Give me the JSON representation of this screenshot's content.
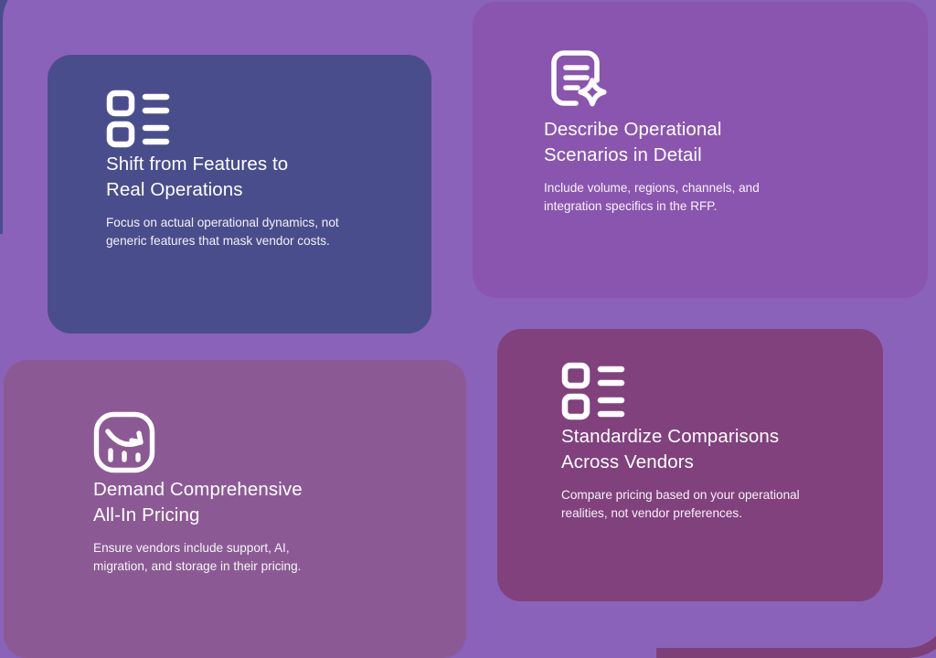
{
  "background": {
    "color": "#8a62ba",
    "decorations": [
      {
        "name": "top-left-outline",
        "color": "#4a4d8c"
      },
      {
        "name": "bottom-right-outline",
        "color": "#7c4077"
      }
    ]
  },
  "cards": [
    {
      "id": "shift",
      "icon": "checklist-icon",
      "title": "Shift from Features to\nReal Operations",
      "body": "Focus on actual operational dynamics, not\ngeneric features that mask vendor costs.",
      "color": "#4a4d8c"
    },
    {
      "id": "describe",
      "icon": "document-sparkle-icon",
      "title": "Describe Operational\nScenarios in Detail",
      "body": "Include volume, regions, channels, and\nintegration specifics in the RFP.",
      "color": "#8a55ae"
    },
    {
      "id": "pricing",
      "icon": "declining-chart-icon",
      "title": "Demand Comprehensive\nAll-In Pricing",
      "body": "Ensure vendors include support, AI,\nmigration, and storage in their pricing.",
      "color": "#8b5a94"
    },
    {
      "id": "standardize",
      "icon": "checklist-icon",
      "title": "Standardize Comparisons\nAcross Vendors",
      "body": "Compare pricing based on your operational\nrealities, not vendor preferences.",
      "color": "#80417d"
    }
  ]
}
